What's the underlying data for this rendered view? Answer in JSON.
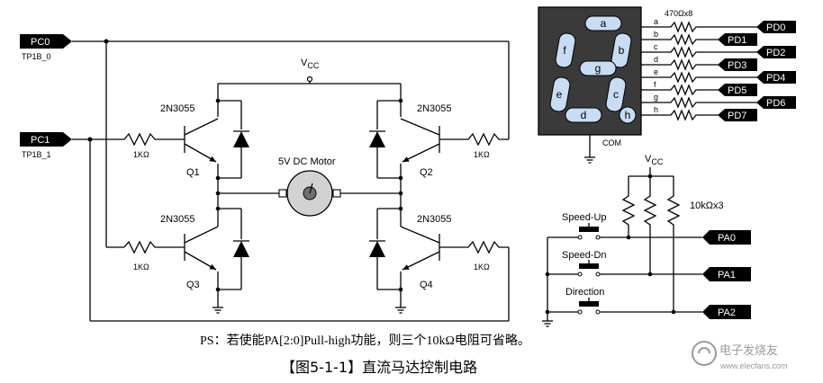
{
  "ports_left": [
    {
      "name": "PC0",
      "tp": "TP1B_0"
    },
    {
      "name": "PC1",
      "tp": "TP1B_1"
    }
  ],
  "hbridge": {
    "vcc": "V",
    "vcc_sub": "CC",
    "motor": "5V DC Motor",
    "transistors": [
      {
        "part": "2N3055",
        "ref": "Q1"
      },
      {
        "part": "2N3055",
        "ref": "Q2"
      },
      {
        "part": "2N3055",
        "ref": "Q3"
      },
      {
        "part": "2N3055",
        "ref": "Q4"
      }
    ],
    "resistors": [
      "1KΩ",
      "1KΩ",
      "1KΩ",
      "1KΩ"
    ]
  },
  "display": {
    "segments": [
      "a",
      "b",
      "c",
      "d",
      "e",
      "f",
      "g",
      "h"
    ],
    "resistor_array": "470Ωx8",
    "common": "COM",
    "ports": [
      "PD0",
      "PD1",
      "PD2",
      "PD3",
      "PD4",
      "PD5",
      "PD6",
      "PD7"
    ]
  },
  "buttons": {
    "vcc": "V",
    "vcc_sub": "CC",
    "pullups": "10kΩx3",
    "switches": [
      "Speed-Up",
      "Speed-Dn",
      "Direction"
    ],
    "ports": [
      "PA0",
      "PA1",
      "PA2"
    ]
  },
  "note": "PS：若使能PA[2:0]Pull-high功能，则三个10kΩ电阻可省略。",
  "caption": "【图5-1-1】直流马达控制电路",
  "watermark": {
    "name": "电子发烧友",
    "url": "www.elecfans.com"
  }
}
